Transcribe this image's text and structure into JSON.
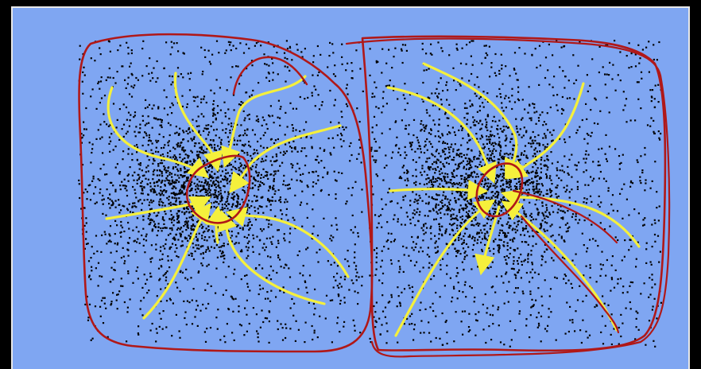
{
  "colors": {
    "background": "#000000",
    "panel": "#7fa6f2",
    "panel_border": "#e8e8e8",
    "particles": "#000000",
    "flow_lines": "#f5f03c",
    "arrow_heads": "#f5f03c",
    "hand_drawn_outlines": "#b01818"
  },
  "diagram": {
    "panel_count": 2,
    "panels": [
      {
        "elements": [
          "particle-cloud",
          "converging-flow-arrows",
          "core-ellipse",
          "boundary-outline"
        ],
        "flow_arrow_count": 9
      },
      {
        "elements": [
          "particle-cloud",
          "converging-flow-arrows",
          "core-ellipse",
          "boundary-outline",
          "secondary-outline"
        ],
        "flow_arrow_count": 8
      }
    ]
  }
}
